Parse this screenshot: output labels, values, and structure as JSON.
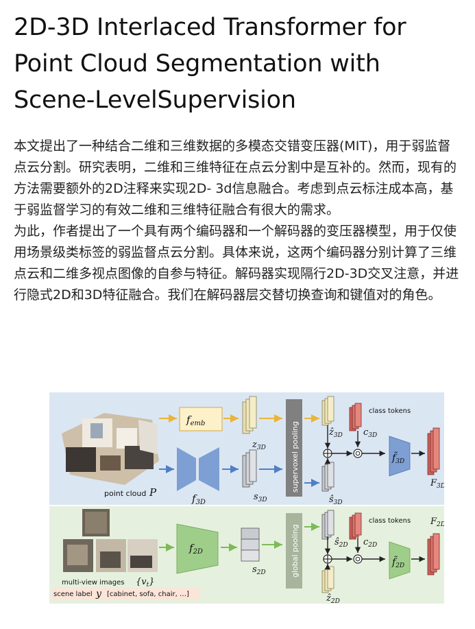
{
  "article": {
    "title_lines": [
      "2D-3D Interlaced Transformer for",
      "Point Cloud Segmentation with",
      "Scene-LevelSupervision"
    ],
    "paragraphs": [
      "本文提出了一种结合二维和三维数据的多模态交错变压器(MIT)，用于弱监督点云分割。研究表明，二维和三维特征在点云分割中是互补的。然而，现有的方法需要额外的2D注释来实现2D- 3d信息融合。考虑到点云标注成本高，基于弱监督学习的有效二维和三维特征融合有很大的需求。",
      "为此，作者提出了一个具有两个编码器和一个解码器的变压器模型，用于仅使用场景级类标签的弱监督点云分割。具体来说，这两个编码器分别计算了三维点云和二维多视点图像的自参与特征。解码器实现隔行2D-3D交叉注意，并进行隐式2D和3D特征融合。我们在解码器层交替切换查询和键值对的角色。"
    ]
  },
  "figure": {
    "colors": {
      "top_band": "#dbe6f3",
      "bottom_band": "#e6f0de",
      "f3d_block": "#7d9fd3",
      "f2d_block": "#9fce8a",
      "femb_block": "#fdf1c9",
      "class_token": "#d9534f",
      "yellow_arrow": "#e9b43a",
      "blue_arrow": "#4f7fc5",
      "green_arrow": "#7dba57",
      "pool_bar": "#808080"
    },
    "labels": {
      "femb": "f_emb",
      "f3d": "f_3D",
      "f2d": "f_2D",
      "z3d": "z_3D",
      "s3d": "s_3D",
      "s2d": "s_2D",
      "z3d_hat": "ẑ_3D",
      "s3d_hat": "ŝ_3D",
      "s2d_hat": "ŝ_2D",
      "z2d_hat": "ẑ_2D",
      "c3d": "c_3D",
      "c2d": "c_2D",
      "f3d_tilde": "f̃_3D",
      "f2d_tilde": "f̃_2D",
      "F3d": "F_3D",
      "F2d": "F_2D",
      "class_tokens_top": "class tokens",
      "class_tokens_bottom": "class tokens",
      "supervoxel_pooling": "supervoxel pooling",
      "global_pooling": "global pooling",
      "point_cloud": "point cloud",
      "point_cloud_var": "P",
      "multi_view": "multi-view images",
      "multi_view_var": "{v_t}",
      "scene_label": "scene label",
      "scene_label_var": "y",
      "scene_label_values": "[cabinet, sofa, chair, …]"
    }
  }
}
